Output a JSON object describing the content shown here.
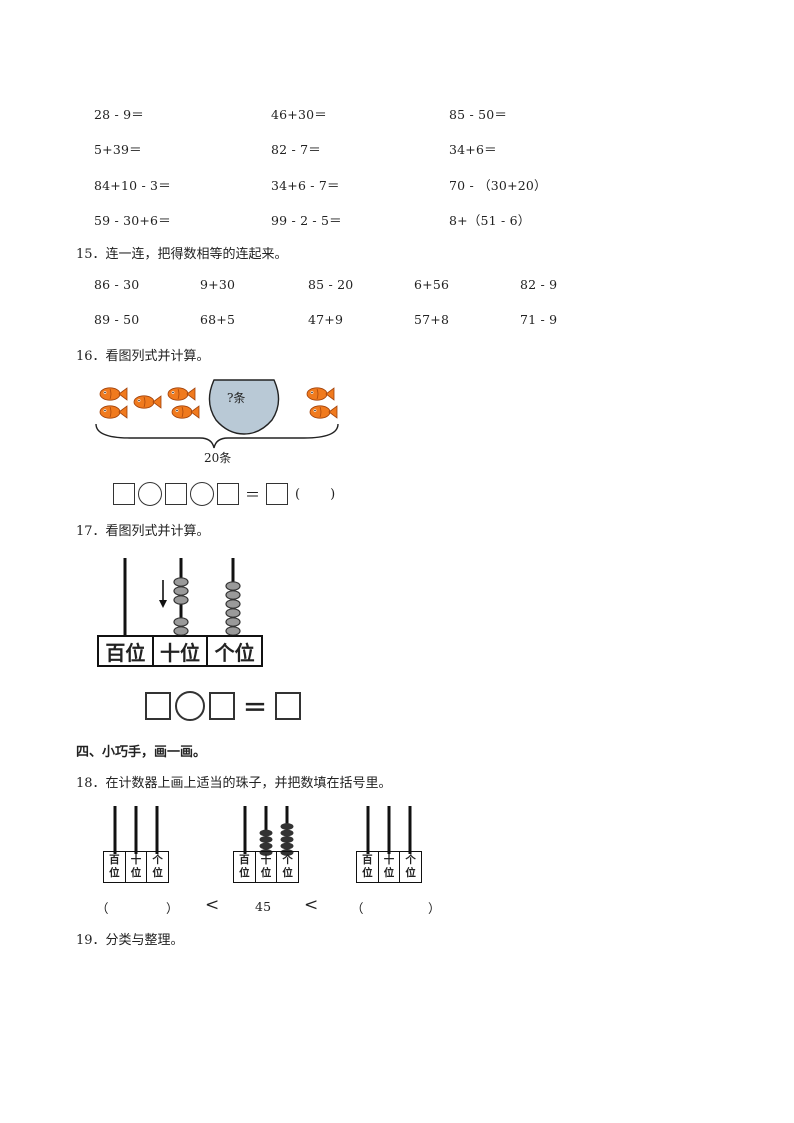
{
  "calc_rows": [
    [
      "28 - 9＝",
      "46+30＝",
      "85 - 50＝"
    ],
    [
      "5+39＝",
      "82 - 7＝",
      "34+6＝"
    ],
    [
      "84+10 - 3＝",
      "34+6 - 7＝",
      "70 - （30+20）"
    ],
    [
      "59 - 30+6＝",
      "99 - 2 - 5＝",
      "8+（51 - 6）"
    ]
  ],
  "q15": {
    "title": "15．连一连，把得数相等的连起来。",
    "row1": [
      "86 - 30",
      "9+30",
      "85 - 20",
      "6+56",
      "82 - 9"
    ],
    "row2": [
      "89 - 50",
      "68+5",
      "47+9",
      "57+8",
      "71 - 9"
    ]
  },
  "q16": {
    "title": "16．看图列式并计算。",
    "bowl_label": "?条",
    "total_label": "20条",
    "equals": "＝",
    "paren_open": "(",
    "paren_close": ")"
  },
  "q17": {
    "title": "17．看图列式并计算。",
    "places": [
      "百位",
      "十位",
      "个位"
    ],
    "equals": "＝"
  },
  "section4": {
    "title": "四、小巧手，画一画。"
  },
  "q18": {
    "title": "18．在计数器上画上适当的珠子，并把数填在括号里。",
    "places": [
      "百",
      "位",
      "十",
      "位",
      "个",
      "位"
    ],
    "paren_open": "（",
    "paren_close": "）",
    "less_than": "<",
    "middle_value": "45"
  },
  "q19": {
    "title": "19．分类与整理。"
  },
  "colors": {
    "fish": "#f07a1e",
    "bowl": "#b9c9d6",
    "bead": "#9a9a9a",
    "bead_dark": "#333333"
  }
}
